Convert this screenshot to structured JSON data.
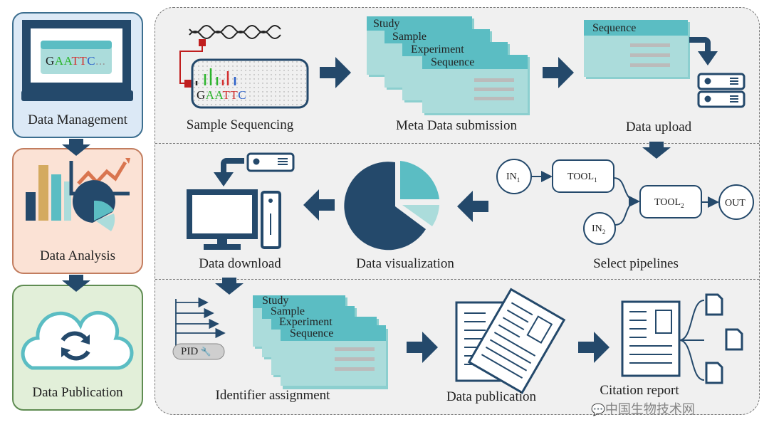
{
  "sidebar": {
    "panels": [
      {
        "label": "Data Management",
        "screen_text": "GAATTC...",
        "color": "#dce9f6"
      },
      {
        "label": "Data Analysis",
        "color": "#fbe2d5"
      },
      {
        "label": "Data Publication",
        "color": "#e2efd9"
      }
    ]
  },
  "steps": {
    "sample_sequencing": {
      "label": "Sample Sequencing",
      "sequence": "GAATTC"
    },
    "meta_data": {
      "label": "Meta Data submission",
      "cards": [
        "Study",
        "Sample",
        "Experiment",
        "Sequence"
      ]
    },
    "data_upload": {
      "label": "Data upload",
      "card": "Sequence"
    },
    "select_pipelines": {
      "label": "Select pipelines",
      "in1": "IN",
      "in1_sub": "1",
      "in2": "IN",
      "in2_sub": "2",
      "tool1": "TOOL",
      "tool1_sub": "1",
      "tool2": "TOOL",
      "tool2_sub": "2",
      "out": "OUT"
    },
    "data_visualization": {
      "label": "Data visualization"
    },
    "data_download": {
      "label": "Data download"
    },
    "identifier_assignment": {
      "label": "Identifier assignment",
      "pid": "PID",
      "cards": [
        "Study",
        "Sample",
        "Experiment",
        "Sequence"
      ]
    },
    "data_publication": {
      "label": "Data publication"
    },
    "citation_report": {
      "label": "Citation report"
    }
  },
  "watermark": "中国生物技术网",
  "colors": {
    "navy": "#24496b",
    "teal": "#5bbdc3",
    "light_teal": "#abdcdb",
    "dna_g": "#222222",
    "dna_a": "#2db52d",
    "dna_t": "#d33030",
    "dna_c": "#2a5fc9"
  }
}
